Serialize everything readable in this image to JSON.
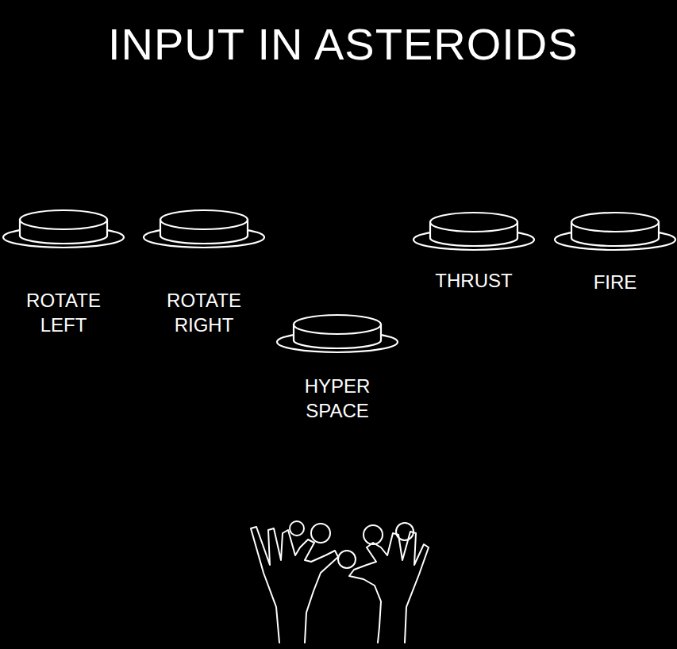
{
  "diagram": {
    "title": "INPUT IN ASTEROIDS",
    "nodes": [
      {
        "text": [
          "ROTATE LEFT"
        ]
      },
      {
        "text": [
          "ROTATE RIGHT"
        ]
      },
      {
        "text": [
          "HYPER SPACE"
        ]
      },
      {
        "text": [
          "THRUST"
        ]
      },
      {
        "text": [
          "FIRE"
        ]
      }
    ]
  }
}
